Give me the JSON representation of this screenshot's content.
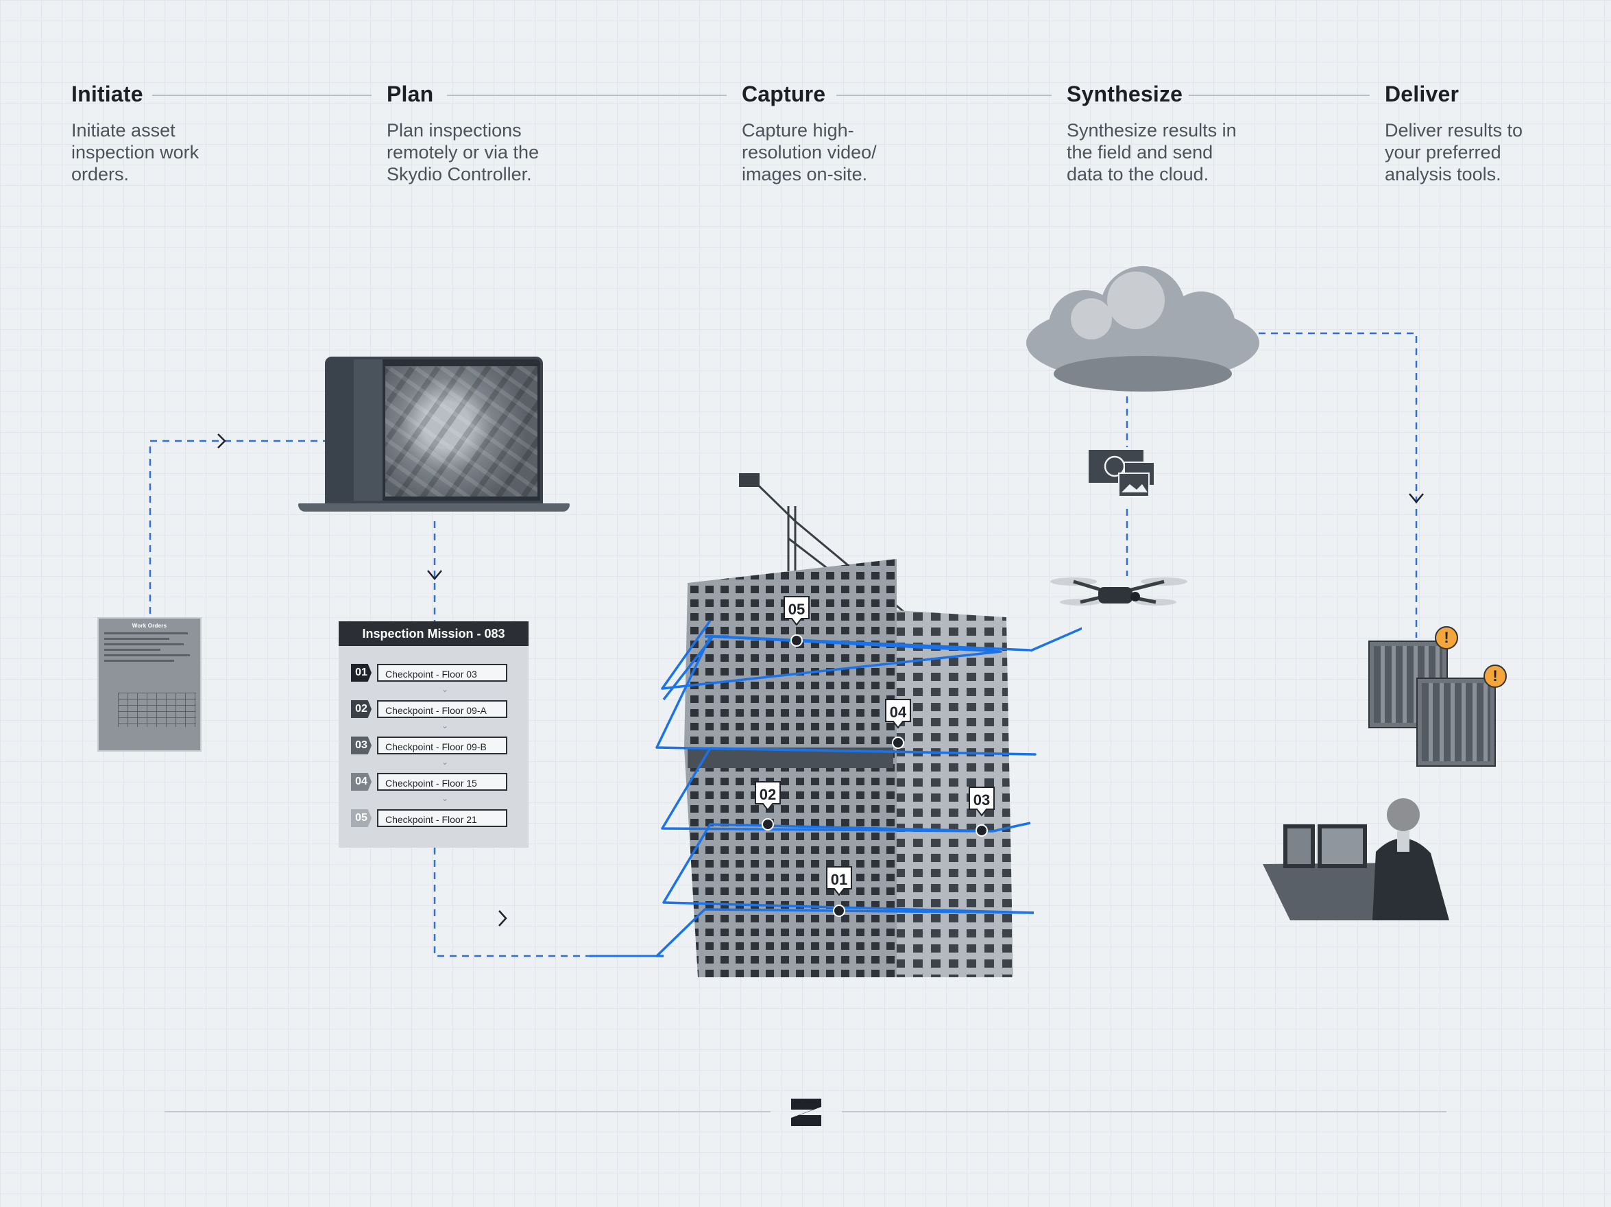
{
  "steps": [
    {
      "title": "Initiate",
      "desc": "Initiate asset inspection work orders."
    },
    {
      "title": "Plan",
      "desc": "Plan inspections remotely or via the Skydio Controller."
    },
    {
      "title": "Capture",
      "desc": "Capture high-resolution video/ images on-site."
    },
    {
      "title": "Synthesize",
      "desc": "Synthesize results in the field and send data to the cloud."
    },
    {
      "title": "Deliver",
      "desc": "Deliver results to your preferred analysis tools."
    }
  ],
  "work_order": {
    "title": "Work Orders"
  },
  "mission": {
    "title": "Inspection Mission - 083",
    "checkpoints": [
      {
        "num": "01",
        "label": "Checkpoint - Floor 03"
      },
      {
        "num": "02",
        "label": "Checkpoint - Floor 09-A"
      },
      {
        "num": "03",
        "label": "Checkpoint - Floor 09-B"
      },
      {
        "num": "04",
        "label": "Checkpoint - Floor 15"
      },
      {
        "num": "05",
        "label": "Checkpoint - Floor 21"
      }
    ],
    "badge_colors": [
      "#1f2329",
      "#3b4047",
      "#5b6067",
      "#7d8289",
      "#a8adb3"
    ]
  },
  "flight_pins": [
    "05",
    "04",
    "02",
    "03",
    "01"
  ],
  "alerts": [
    "!",
    "!"
  ],
  "colors": {
    "flight_path": "#1a73e8",
    "connector": "#2f6fd6",
    "alert": "#f4a63a",
    "dark": "#1f2329",
    "background": "#eef1f4"
  },
  "icons": [
    "work-order-icon",
    "laptop-icon",
    "building-image",
    "crane-image",
    "cloud-icon",
    "images-icon",
    "drone-icon",
    "analyst-image",
    "brand-logo-icon"
  ]
}
